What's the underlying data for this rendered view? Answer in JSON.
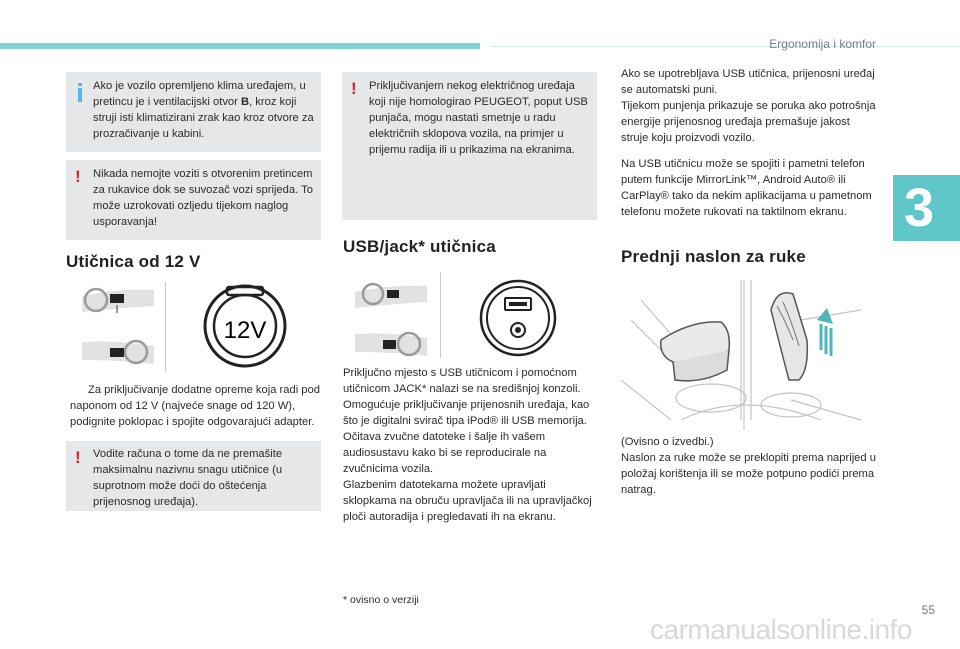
{
  "header": {
    "title": "Ergonomija i komfor",
    "chapter": "3",
    "page": "55"
  },
  "col1": {
    "info_box": "Ako je vozilo opremljeno klima uređajem, u pretincu je i ventilacijski otvor B, kroz koji struji isti klimatizirani zrak kao kroz otvore za prozračivanje u kabini.",
    "warning_box": "Nikada nemojte voziti s otvorenim pretincem za rukavice dok se suvozač vozi sprijeda. To može uzrokovati ozljedu tijekom naglog usporavanja!",
    "heading": "Utičnica od 12 V",
    "socket_label": "12V",
    "step": "Za priključivanje dodatne opreme koja radi pod naponom od 12 V (najveće snage od 120 W), podignite poklopac i spojite odgovarajući adapter.",
    "step_marker": "",
    "warning2": "Vodite računa o tome da ne premašite maksimalnu nazivnu snagu utičnice (u suprotnom može doći do oštećenja prijenosnog uređaja)."
  },
  "col2": {
    "warning_box": "Priključivanjem nekog električnog uređaja koji nije homologirao PEUGEOT, poput USB punjača, mogu nastati smetnje u radu električnih sklopova vozila, na primjer u prijemu radija ili u prikazima na ekranima.",
    "heading": "USB/jack* utičnica",
    "body": "Priključno mjesto s USB utičnicom i pomoćnom utičnicom JACK* nalazi se na središnjoj konzoli.\nOmogućuje priključivanje prijenosnih uređaja, kao što je digitalni svirač tipa iPod® ili USB memorija.\nOčitava zvučne datoteke i šalje ih vašem audiosustavu kako bi se reproducirale na zvučnicima vozila.\nGlazbenim datotekama možete upravljati sklopkama na obruču upravljača ili na upravljačkoj ploči autoradija i pregledavati ih na ekranu.",
    "footnote": "*  ovisno o verziji"
  },
  "col3": {
    "para1": "Ako se upotrebljava USB utičnica, prijenosni uređaj se automatski puni.\nTijekom punjenja prikazuje se poruka ako potrošnja energije prijenosnog uređaja premašuje jakost struje koju proizvodi vozilo.",
    "para2": "Na USB utičnicu može se spojiti i pametni telefon putem funkcije MirrorLink™, Android Auto® ili CarPlay® tako da nekim aplikacijama u pametnom telefonu možete rukovati na taktilnom ekranu.",
    "heading": "Prednji naslon za ruke",
    "caption": "(Ovisno o izvedbi.)\nNaslon za ruke može se preklopiti prema naprijed u položaj korištenja ili se može potpuno podići prema natrag."
  },
  "footer": {
    "watermark": "carmanualsonline.info"
  }
}
